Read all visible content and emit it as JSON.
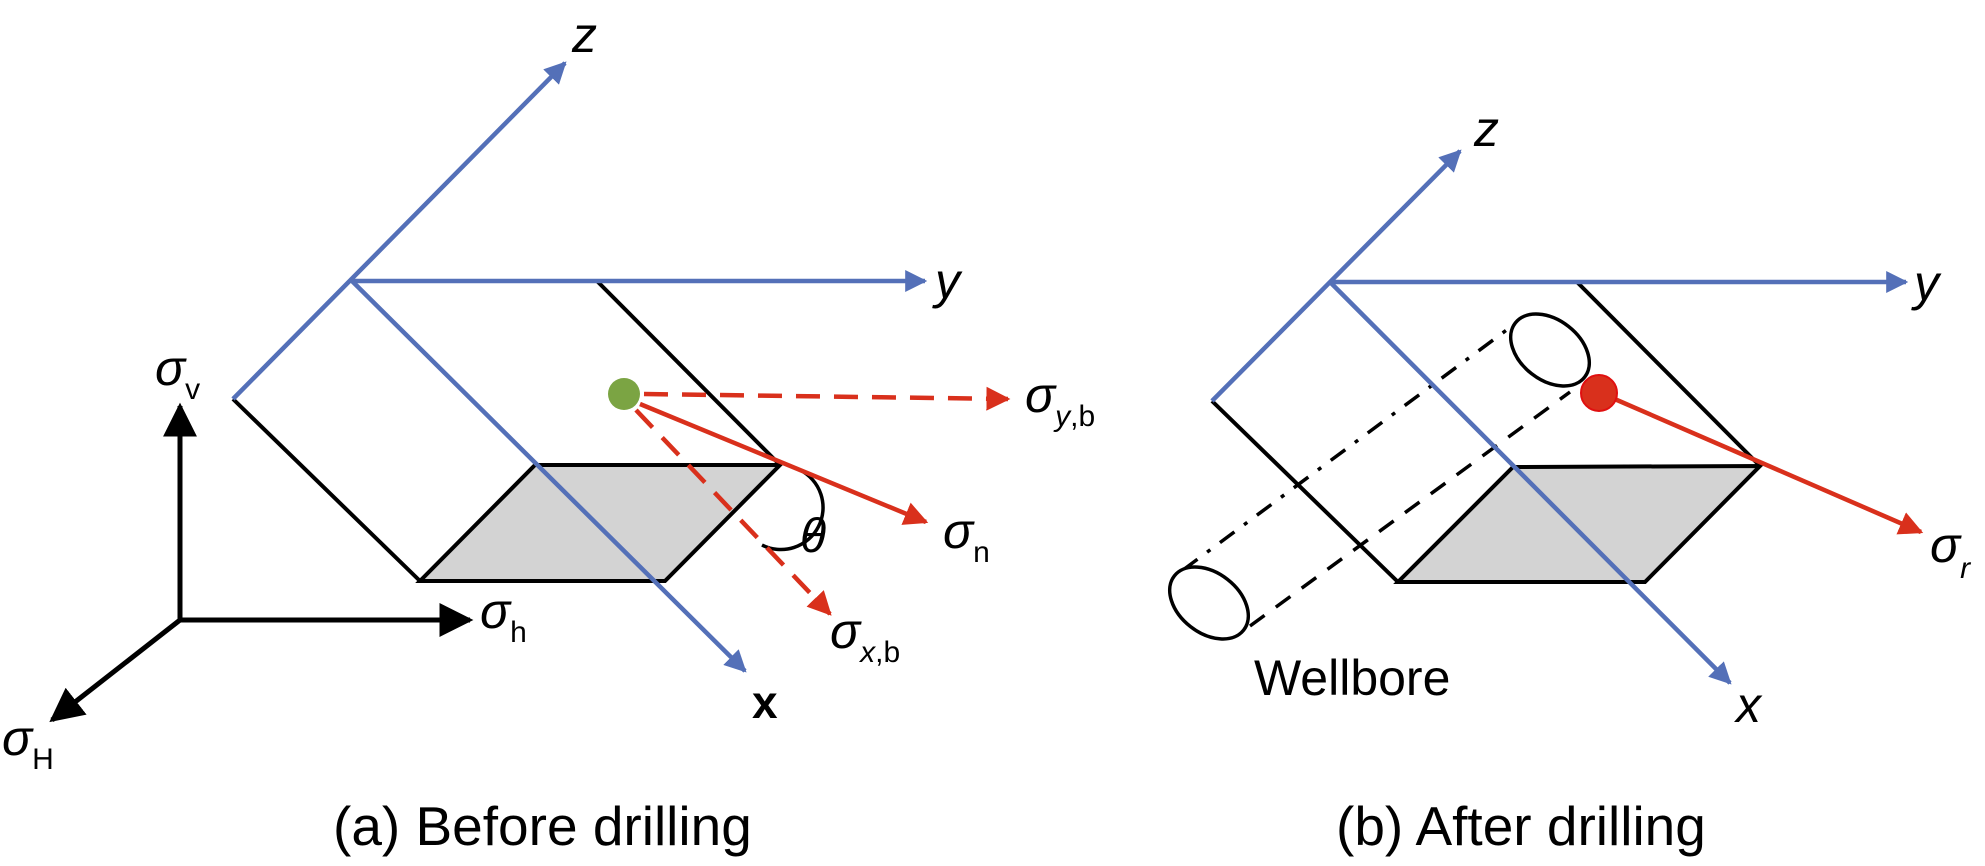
{
  "colors": {
    "axis_blue": "#5470b8",
    "stress_red": "#d9301c",
    "green_point": "#7ba443",
    "red_point": "#d9301c",
    "face_gray": "#d3d3d3",
    "black": "#000000"
  },
  "panel_a": {
    "caption": "(a) Before drilling",
    "axes": {
      "x": "x",
      "y": "y",
      "z": "z"
    },
    "principal_stresses": {
      "vertical": {
        "symbol": "σ",
        "sub": "v"
      },
      "min_horizontal": {
        "symbol": "σ",
        "sub": "h"
      },
      "max_horizontal": {
        "symbol": "σ",
        "sub": "H"
      }
    },
    "stress_vectors": {
      "normal": {
        "symbol": "σ",
        "sub": "n"
      },
      "x_component": {
        "symbol": "σ",
        "sub_italic": "x",
        "sub_rest": ",b"
      },
      "y_component": {
        "symbol": "σ",
        "sub_italic": "y",
        "sub_rest": ",b"
      }
    },
    "angle_label": "θ"
  },
  "panel_b": {
    "caption": "(b) After drilling",
    "axes": {
      "x": "x",
      "y": "y",
      "z": "z"
    },
    "wellbore_label": "Wellbore",
    "stress_vectors": {
      "radial": {
        "symbol": "σ",
        "sub": "r"
      }
    }
  }
}
